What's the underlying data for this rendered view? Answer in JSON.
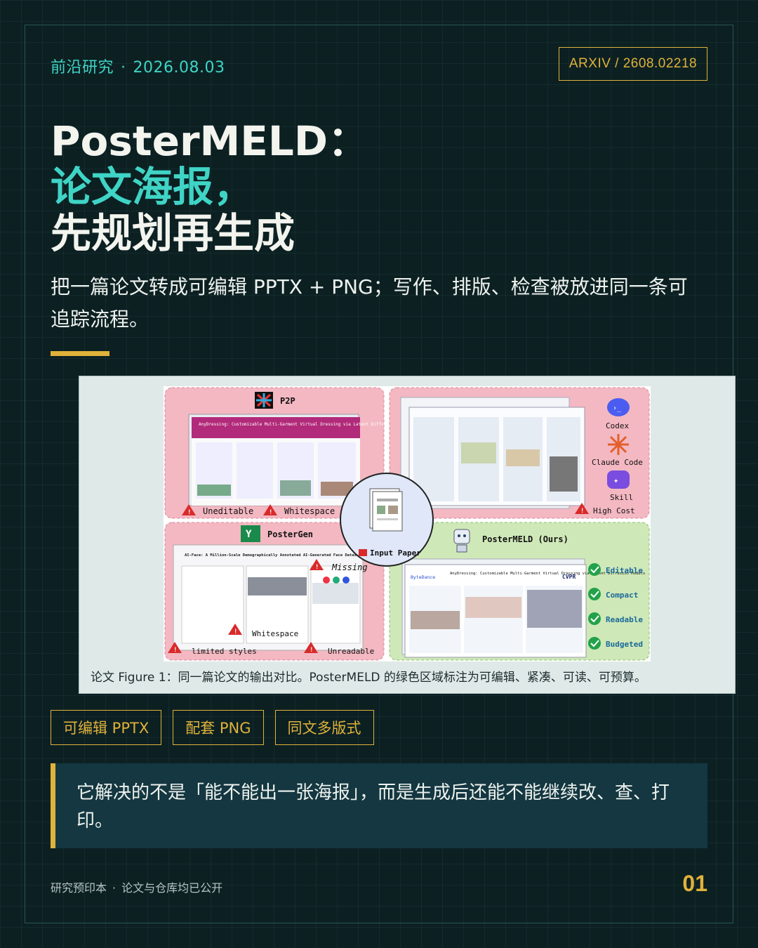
{
  "header": {
    "category": "前沿研究",
    "date": "2026.08.03",
    "arxiv_label": "ARXIV / 2608.02218"
  },
  "title": {
    "line1": "PosterMELD：",
    "line2": "论文海报，",
    "line3": "先规划再生成"
  },
  "subtitle": "把一篇论文转成可编辑 PPTX + PNG；写作、排版、检查被放进同一条可追踪流程。",
  "figure": {
    "caption": "论文 Figure 1：同一篇论文的输出对比。PosterMELD 的绿色区域标注为可编辑、紧凑、可读、可预算。",
    "panels": {
      "p2p": "P2P",
      "postergen": "PosterGen",
      "postermeld": "PosterMELD (Ours)",
      "input": "Input Paper"
    },
    "labels": {
      "uneditable": "Uneditable",
      "whitespace": "Whitespace",
      "codex": "Codex",
      "claude_code": "Claude Code",
      "skill": "Skill",
      "high_cost": "High Cost",
      "missing": "Missing",
      "limited_styles": "limited styles",
      "unreadable": "Unreadable",
      "editable": "Editable",
      "compact": "Compact",
      "readable": "Readable",
      "budgeted": "Budgeted",
      "poster_title": "AnyDressing: Customizable Multi-Garment Virtual Dressing via Latent Diffusion Models",
      "aiface_title": "AI-Face: A Million-Scale Demographically Annotated AI-Generated Face Dataset And Fairness Benchmark",
      "bytedance": "ByteDance",
      "cvpr": "CVPR"
    }
  },
  "tags": [
    "可编辑 PPTX",
    "配套 PNG",
    "同文多版式"
  ],
  "quote": "它解决的不是「能不能出一张海报」，而是生成后还能不能继续改、查、打印。",
  "footer": {
    "left_a": "研究预印本",
    "left_b": "论文与仓库均已公开",
    "page": "01"
  },
  "colors": {
    "background": "#0c2022",
    "accent_teal": "#3fd4c5",
    "accent_gold": "#e0b23a",
    "panel_pink": "#f3b8c2",
    "panel_green": "#cfe8b8",
    "warning_red": "#d92a2a",
    "check_green": "#22a24a"
  }
}
